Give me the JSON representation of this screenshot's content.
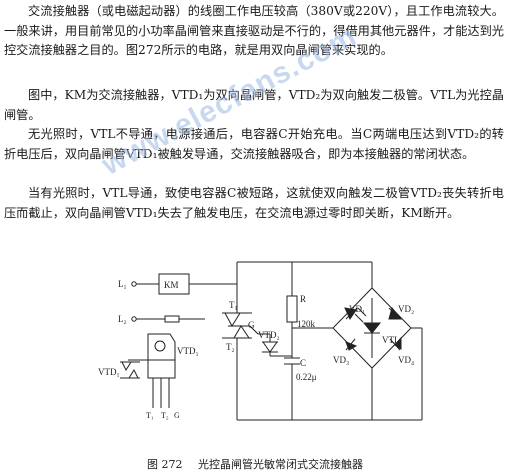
{
  "paragraphs": [
    "交流接触器（或电磁起动器）的线圈工作电压较高（380V或220V），且工作电流较大。一般来讲，用目前常见的小功率晶闸管来直接驱动是不行的，得借用其他元器件，才能达到光控交流接触器之目的。图272所示的电路，就是用双向晶闸管来实现的。",
    "图中，KM为交流接触器，VTD₁为双向晶闸管，VTD₂为双向触发二极管。VTL为光控晶闸管。",
    "无光照时，VTL不导通，电源接通后，电容器C开始充电。当C两端电压达到VTD₂的转折电压后，双向晶闸管VTD₁被触发导通，交流接触器吸合，即为本接触器的常闭状态。",
    "当有光照时，VTL导通，致使电容器C被短路，这就使双向触发二极管VTD₂丧失转折电压而截止，双向晶闸管VTD₁失去了触发电压，在交流电源过零时即关断，KM断开。"
  ],
  "watermark": "www.elecfans.com",
  "figure": {
    "labels": {
      "l1": "L₁",
      "l2": "L₂",
      "km": "KM",
      "vtd1_pkg": "VTD₁",
      "vtd1_body": "VTD₁",
      "t1_pin": "T₁",
      "t2_pin": "T₂",
      "g_pin": "G",
      "circ_t1": "T₁",
      "circ_t2": "T₂",
      "circ_g": "G",
      "vtd2": "VTD₂",
      "r": "R",
      "r_val": "120k",
      "c": "C",
      "c_val": "0.22μ",
      "vd1": "VD₁",
      "vd2": "VD₂",
      "vd3": "VD₃",
      "vd4": "VD₄",
      "vtl": "VTL"
    }
  },
  "caption": {
    "number": "图 272",
    "title": "光控晶闸管光敏常闭式交流接触器"
  }
}
